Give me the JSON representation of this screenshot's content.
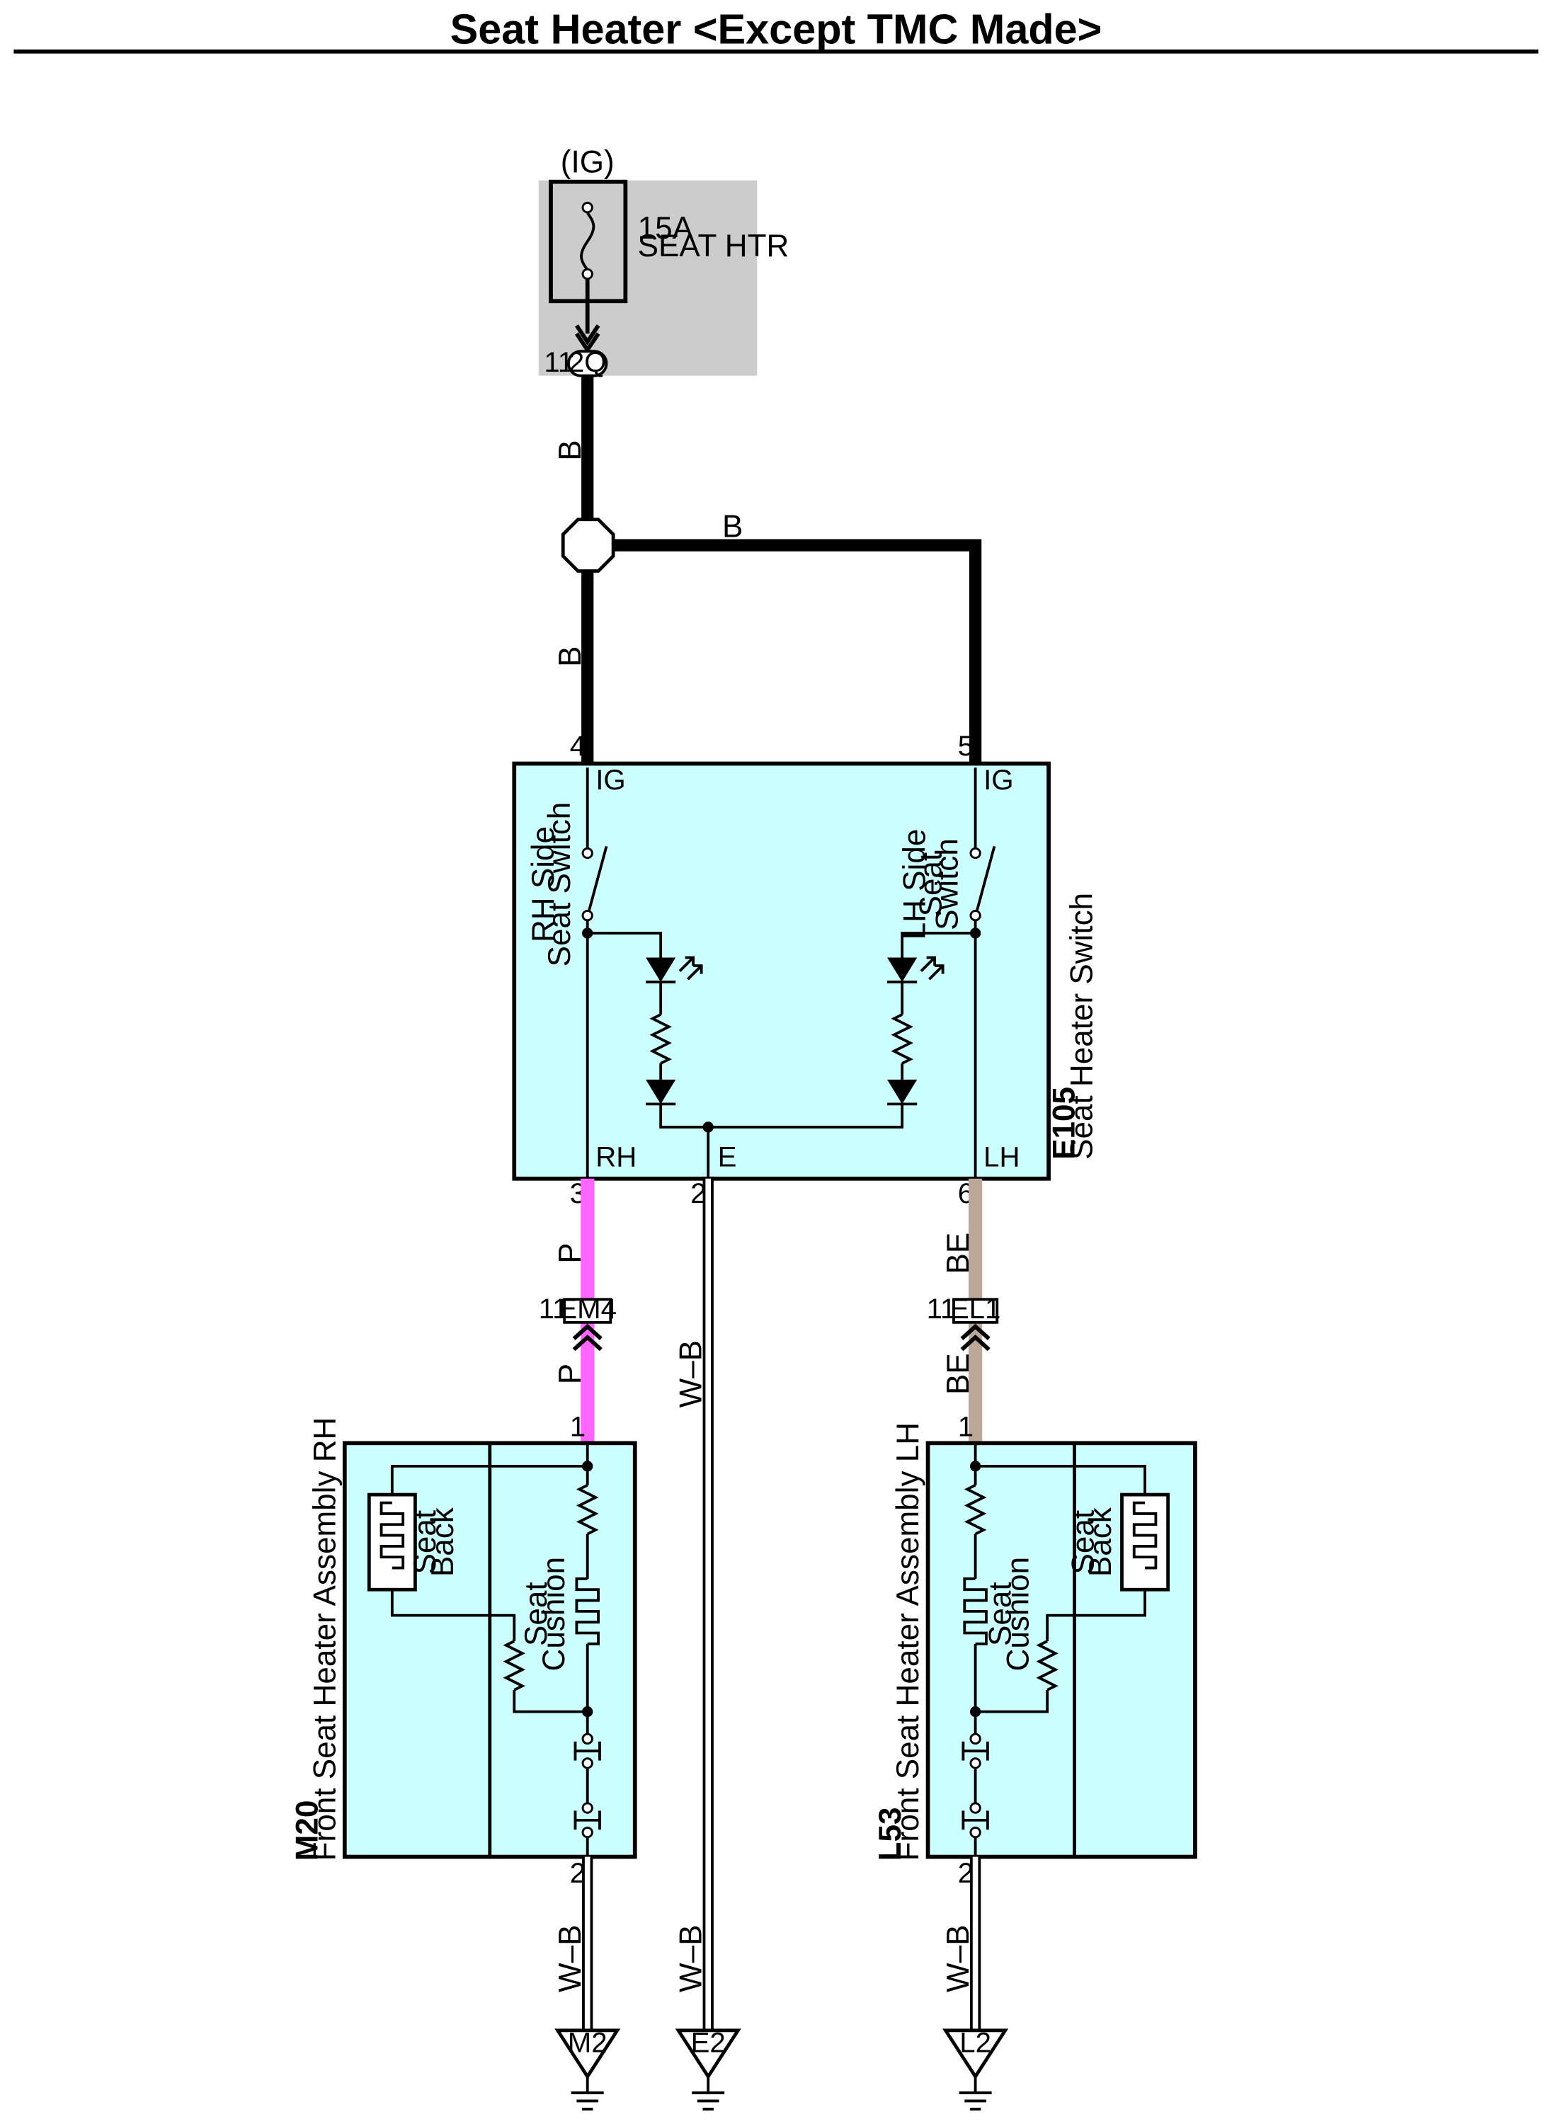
{
  "title": "Seat Heater <Except TMC Made>",
  "fuse": {
    "source": "(IG)",
    "rating": "15A",
    "name": "SEAT HTR",
    "connector": "2Q",
    "pin": "11",
    "fill_color": "#cccccc"
  },
  "wires": {
    "main_color": "B",
    "rh_color": "P",
    "lh_color": "BE",
    "ground_color": "W–B",
    "colors": {
      "B": "#000000",
      "P": "#ff66ff",
      "BE": "#bba898",
      "W–B": "#ffffff"
    }
  },
  "switch": {
    "code": "E105",
    "name": "Seat Heater Switch",
    "fill_color": "#ccffff",
    "pin_ig_rh": "4",
    "pin_ig_lh": "5",
    "pin_rh": "3",
    "pin_e": "2",
    "pin_lh": "6",
    "ig_label": "IG",
    "rh_label": "RH",
    "e_label": "E",
    "lh_label": "LH",
    "rh_switch_line1": "RH Side",
    "rh_switch_line2": "Seat Switch",
    "lh_switch_line1": "LH Side",
    "lh_switch_line2": "Seat",
    "lh_switch_line3": "Switch"
  },
  "connectors": {
    "em4": {
      "name": "EM4",
      "pin": "11"
    },
    "el1": {
      "name": "EL1",
      "pin": "11"
    }
  },
  "heater_rh": {
    "code": "M20",
    "name": "Front Seat Heater Assembly RH",
    "pin_in": "1",
    "pin_out": "2",
    "back_line1": "Seat",
    "back_line2": "Back",
    "cushion_line1": "Seat",
    "cushion_line2": "Cushion"
  },
  "heater_lh": {
    "code": "L53",
    "name": "Front Seat Heater Assembly LH",
    "pin_in": "1",
    "pin_out": "2",
    "back_line1": "Seat",
    "back_line2": "Back",
    "cushion_line1": "Seat",
    "cushion_line2": "Cushion"
  },
  "grounds": {
    "m2": "M2",
    "e2": "E2",
    "l2": "L2"
  }
}
